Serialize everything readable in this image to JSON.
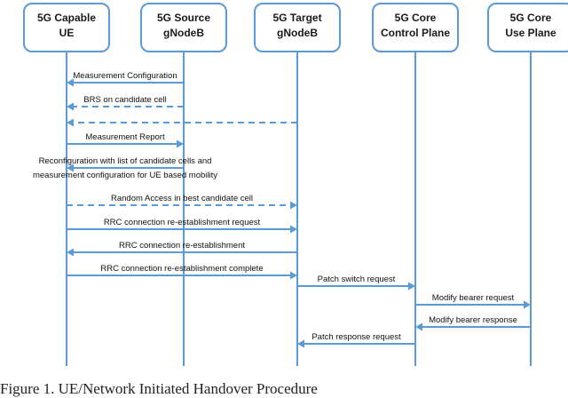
{
  "nodes": [
    {
      "id": "ue",
      "lines": [
        "5G Capable",
        "UE"
      ]
    },
    {
      "id": "src",
      "lines": [
        "5G Source",
        "gNodeB"
      ]
    },
    {
      "id": "tgt",
      "lines": [
        "5G Target",
        "gNodeB"
      ]
    },
    {
      "id": "cp",
      "lines": [
        "5G Core",
        "Control Plane"
      ]
    },
    {
      "id": "up",
      "lines": [
        "5G Core",
        "Use Plane"
      ]
    }
  ],
  "messages": [
    {
      "from": "src",
      "to": "ue",
      "style": "solid",
      "label": [
        "Measurement Configuration"
      ]
    },
    {
      "from": "src",
      "to": "ue",
      "style": "dashed",
      "label": [
        "BRS on candidate cell"
      ]
    },
    {
      "from": "tgt",
      "to": "ue",
      "style": "dashed",
      "label": []
    },
    {
      "from": "ue",
      "to": "src",
      "style": "solid",
      "label": [
        "Measurement Report"
      ]
    },
    {
      "from": "src",
      "to": "ue",
      "style": "solid",
      "label": [
        "Reconfiguration with list of candidate cells and",
        "measurement configuration for UE based mobility"
      ]
    },
    {
      "from": "ue",
      "to": "tgt",
      "style": "dashed",
      "label": [
        "Random Access in best candidate cell"
      ]
    },
    {
      "from": "ue",
      "to": "tgt",
      "style": "solid",
      "label": [
        "RRC connection re-establishment request"
      ]
    },
    {
      "from": "tgt",
      "to": "ue",
      "style": "solid",
      "label": [
        "RRC connection re-establishment"
      ]
    },
    {
      "from": "ue",
      "to": "tgt",
      "style": "solid",
      "label": [
        "RRC connection re-establishment complete"
      ]
    },
    {
      "from": "tgt",
      "to": "cp",
      "style": "solid",
      "label": [
        "Patch switch request"
      ]
    },
    {
      "from": "cp",
      "to": "up",
      "style": "solid",
      "label": [
        "Modify bearer request"
      ]
    },
    {
      "from": "up",
      "to": "cp",
      "style": "solid",
      "label": [
        "Modify bearer response"
      ]
    },
    {
      "from": "cp",
      "to": "tgt",
      "style": "solid",
      "label": [
        "Patch response request"
      ]
    }
  ],
  "caption": "Figure 1. UE/Network Initiated Handover Procedure"
}
